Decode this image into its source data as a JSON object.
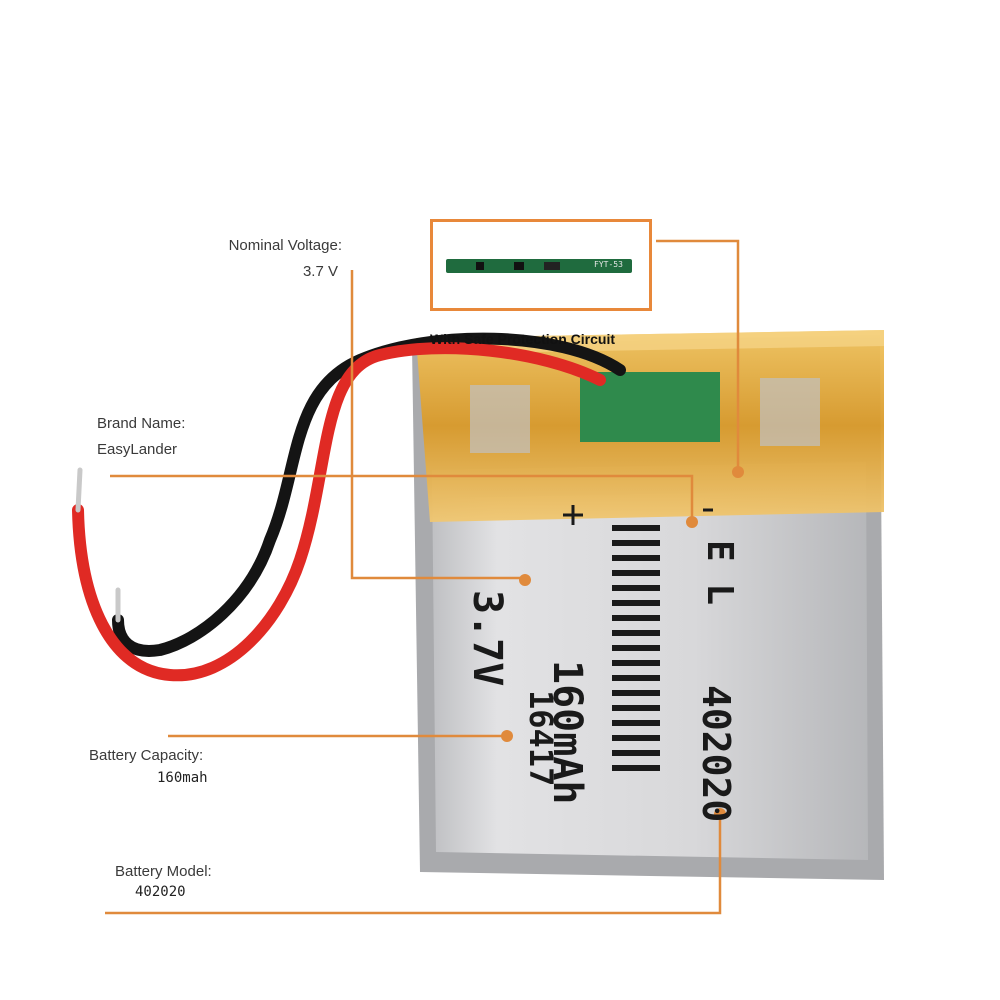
{
  "labels": {
    "voltage_title": "Nominal Voltage:",
    "voltage_value": "3.7 V",
    "brand_title": "Brand Name:",
    "brand_value": "EasyLander",
    "capacity_title": "Battery  Capacity:",
    "capacity_value": "160mah",
    "model_title": "Battery Model:",
    "model_value": "402020"
  },
  "pcb": {
    "caption": "With Safe Protection Circuit",
    "chip_text": "FYT-53"
  },
  "battery_print": {
    "voltage": "3.7V",
    "capacity": "160mAh",
    "model": "402020",
    "brand_mark": "E L",
    "date_code": "16417"
  },
  "colors": {
    "callout": "#e08a3c",
    "tape": "#e6a82c",
    "cell": "#d4d4d6",
    "red_wire": "#e02a24",
    "black_wire": "#141414"
  }
}
